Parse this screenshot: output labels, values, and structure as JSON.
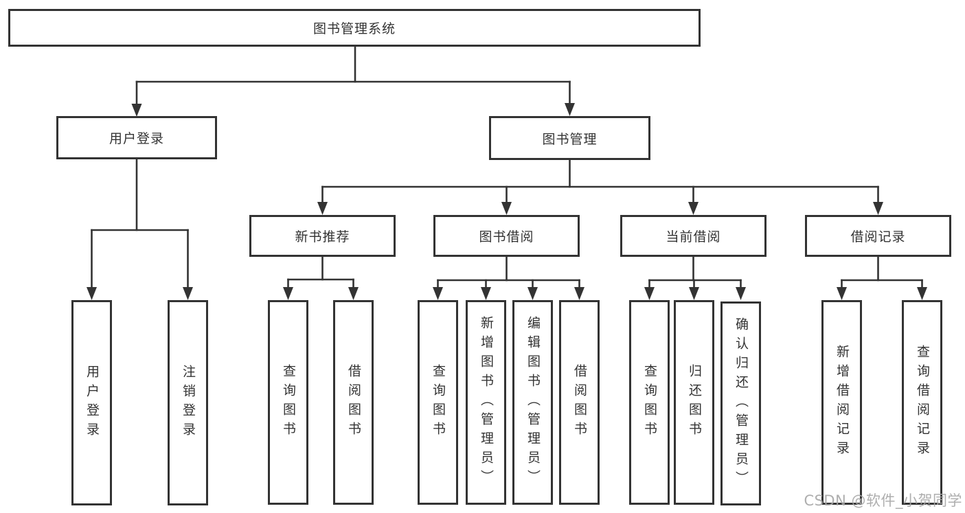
{
  "page": {
    "background": "#ffffff"
  },
  "colors": {
    "line": "#333333",
    "text": "#333333",
    "box_fill": "#ffffff",
    "watermark": "#a8a8a8"
  },
  "nodes": {
    "root": "图书管理系统",
    "login_branch": "用户登录",
    "mgmt_branch": "图书管理",
    "login_leaves": [
      "用户登录",
      "注销登录"
    ],
    "sections": [
      {
        "label": "新书推荐",
        "leaves": [
          "查询图书",
          "借阅图书"
        ]
      },
      {
        "label": "图书借阅",
        "leaves": [
          "查询图书",
          "新增图书（管理员）",
          "编辑图书（管理员）",
          "借阅图书"
        ]
      },
      {
        "label": "当前借阅",
        "leaves": [
          "查询图书",
          "归还图书",
          "确认归还（管理员）"
        ]
      },
      {
        "label": "借阅记录",
        "leaves": [
          "新增借阅记录",
          "查询借阅记录"
        ]
      }
    ]
  },
  "watermark": "CSDN @软件_小贺同学"
}
